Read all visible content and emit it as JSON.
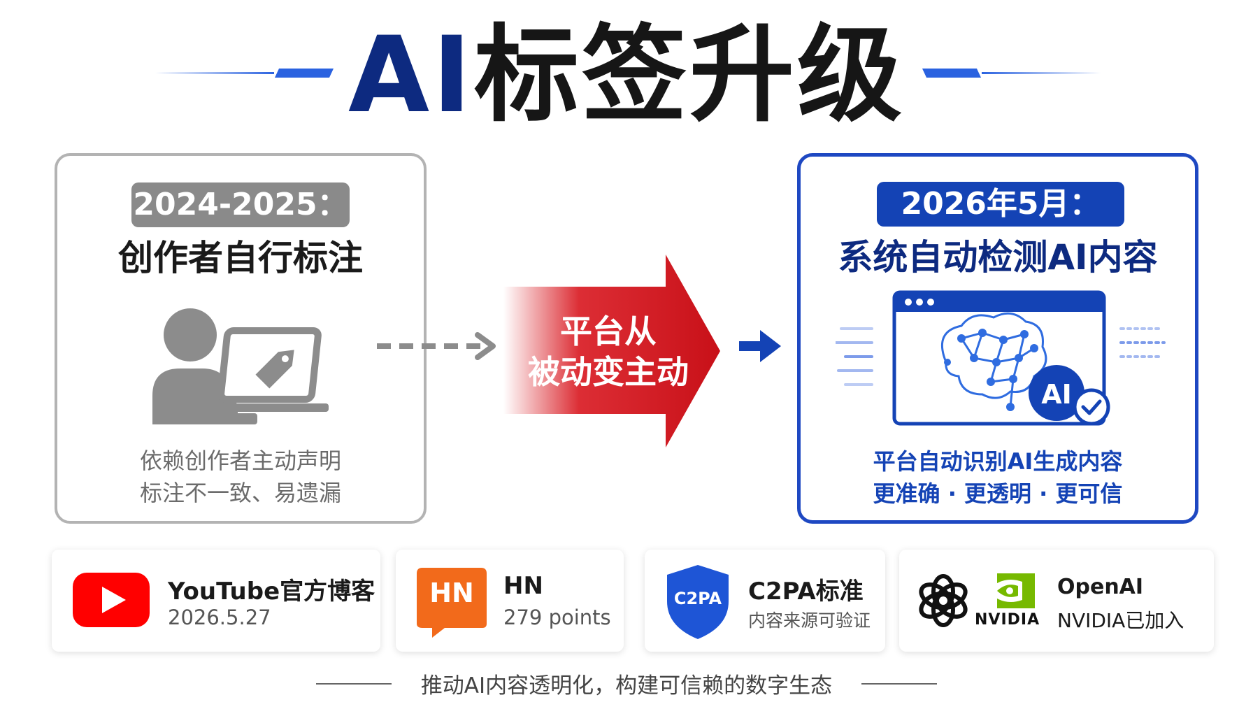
{
  "title": {
    "highlight": "AI",
    "rest": "标签升级"
  },
  "left_panel": {
    "period": "2024-2025：",
    "heading": "创作者自行标注",
    "desc_line1": "依赖创作者主动声明",
    "desc_line2": "标注不一致、易遗漏"
  },
  "middle": {
    "line1": "平台从",
    "line2": "被动变主动"
  },
  "right_panel": {
    "period": "2026年5月：",
    "heading": "系统自动检测AI内容",
    "badge": "AI",
    "desc_line1": "平台自动识别AI生成内容",
    "desc_line2": "更准确 · 更透明 · 更可信"
  },
  "sources": [
    {
      "title": "YouTube官方博客",
      "sub": "2026.5.27",
      "icon": "youtube-logo"
    },
    {
      "title": "HN",
      "sub": "279 points",
      "icon": "hn-logo",
      "icon_text": "HN"
    },
    {
      "title": "C2PA标准",
      "sub": "内容来源可验证",
      "icon": "c2pa-shield",
      "icon_text": "C2PA"
    },
    {
      "title": "OpenAI",
      "sub": "NVIDIA已加入",
      "icon": "openai-nvidia-logos",
      "icon_text": "NVIDIA"
    }
  ],
  "footer": "推动AI内容透明化，构建可信赖的数字生态",
  "colors": {
    "navy": "#0d2a80",
    "blue": "#1443b5",
    "red": "#d8161e",
    "gray": "#8a8a8a",
    "youtube_red": "#ff0000",
    "hn_orange": "#f26a1b",
    "nvidia_green": "#76b900"
  }
}
